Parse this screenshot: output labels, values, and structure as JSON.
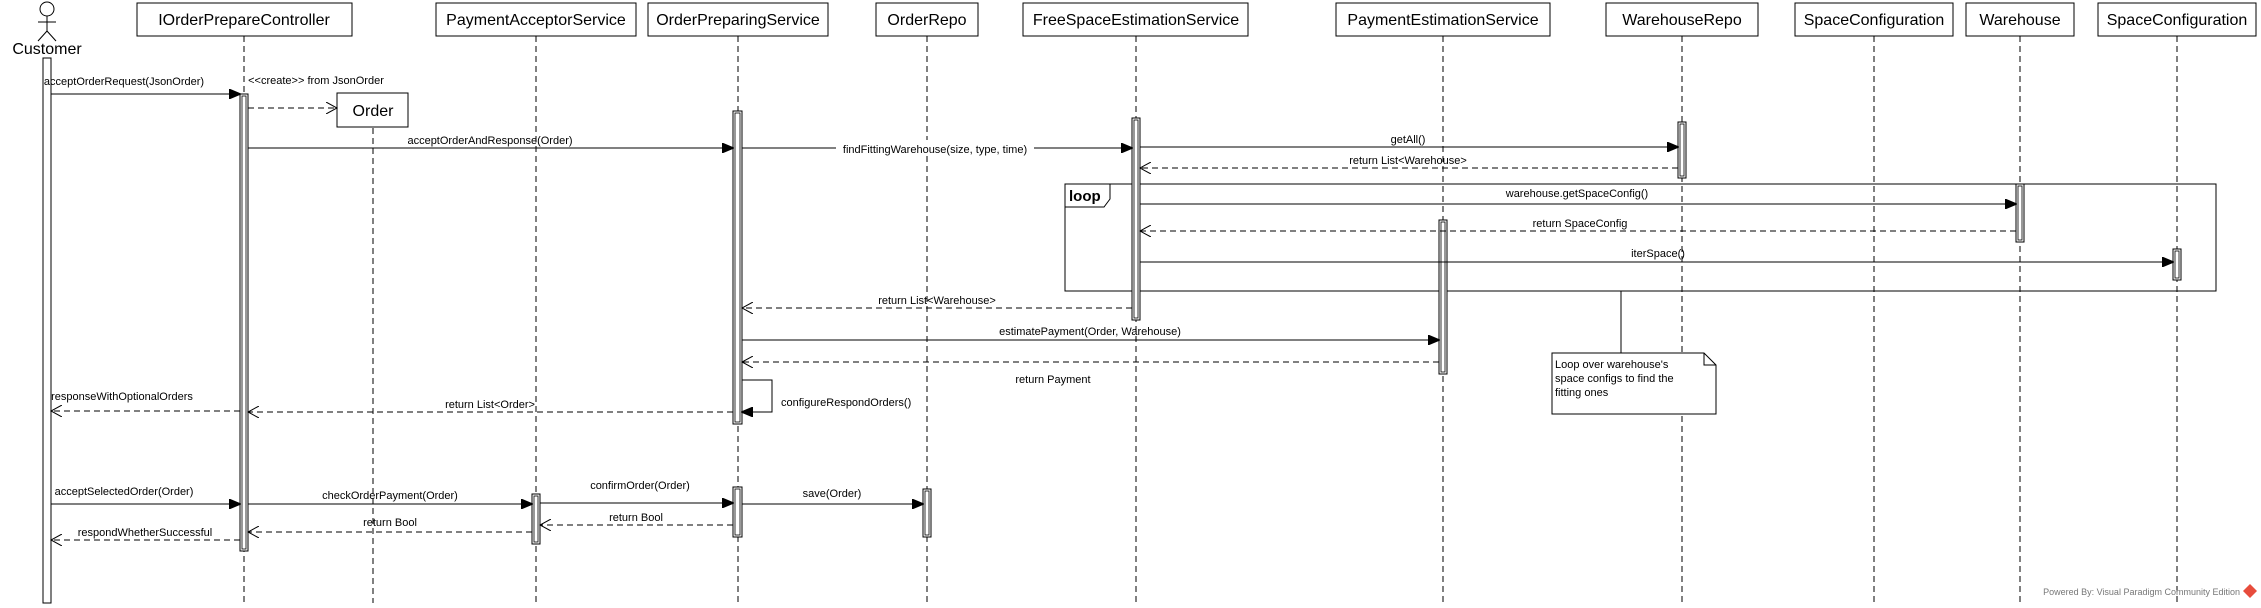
{
  "diagram": {
    "type": "sequence",
    "actor": {
      "name": "Customer"
    },
    "lifelines": [
      {
        "id": "controller",
        "title": "IOrderPrepareController"
      },
      {
        "id": "acceptor",
        "title": "PaymentAcceptorService"
      },
      {
        "id": "preparing",
        "title": "OrderPreparingService"
      },
      {
        "id": "repo",
        "title": "OrderRepo"
      },
      {
        "id": "freespace",
        "title": "FreeSpaceEstimationService"
      },
      {
        "id": "payest",
        "title": "PaymentEstimationService"
      },
      {
        "id": "whrepo",
        "title": "WarehouseRepo"
      },
      {
        "id": "spaceconfig1",
        "title": "SpaceConfiguration"
      },
      {
        "id": "warehouse",
        "title": "Warehouse"
      },
      {
        "id": "spaceconfig2",
        "title": "SpaceConfiguration"
      }
    ],
    "created_object": {
      "title": "Order"
    },
    "messages": [
      {
        "label": "acceptOrderRequest(JsonOrder)",
        "kind": "sync"
      },
      {
        "label": "<<create>> from JsonOrder",
        "kind": "create"
      },
      {
        "label": "acceptOrderAndResponse(Order)",
        "kind": "sync"
      },
      {
        "label": "findFittingWarehouse(size, type, time)",
        "kind": "sync"
      },
      {
        "label": "getAll()",
        "kind": "sync"
      },
      {
        "label": "return List<Warehouse>",
        "kind": "return"
      },
      {
        "label": "warehouse.getSpaceConfig()",
        "kind": "sync"
      },
      {
        "label": "return SpaceConfig",
        "kind": "return"
      },
      {
        "label": "iterSpace()",
        "kind": "sync"
      },
      {
        "label": "return List<Warehouse>",
        "kind": "return"
      },
      {
        "label": "estimatePayment(Order, Warehouse)",
        "kind": "sync"
      },
      {
        "label": "return Payment",
        "kind": "return"
      },
      {
        "label": "configureRespondOrders()",
        "kind": "self"
      },
      {
        "label": "return List<Order>",
        "kind": "return"
      },
      {
        "label": "responseWithOptionalOrders",
        "kind": "return"
      },
      {
        "label": "acceptSelectedOrder(Order)",
        "kind": "sync"
      },
      {
        "label": "checkOrderPayment(Order)",
        "kind": "sync"
      },
      {
        "label": "confirmOrder(Order)",
        "kind": "sync"
      },
      {
        "label": "save(Order)",
        "kind": "sync"
      },
      {
        "label": "return Bool",
        "kind": "return"
      },
      {
        "label": "return Bool",
        "kind": "return"
      },
      {
        "label": "respondWhetherSuccessful",
        "kind": "return"
      }
    ],
    "loop_frame": {
      "label": "loop"
    },
    "note": {
      "lines": [
        "Loop over warehouse's",
        "space configs to find the",
        "fitting ones"
      ]
    },
    "watermark": "Powered By: Visual Paradigm Community Edition"
  }
}
